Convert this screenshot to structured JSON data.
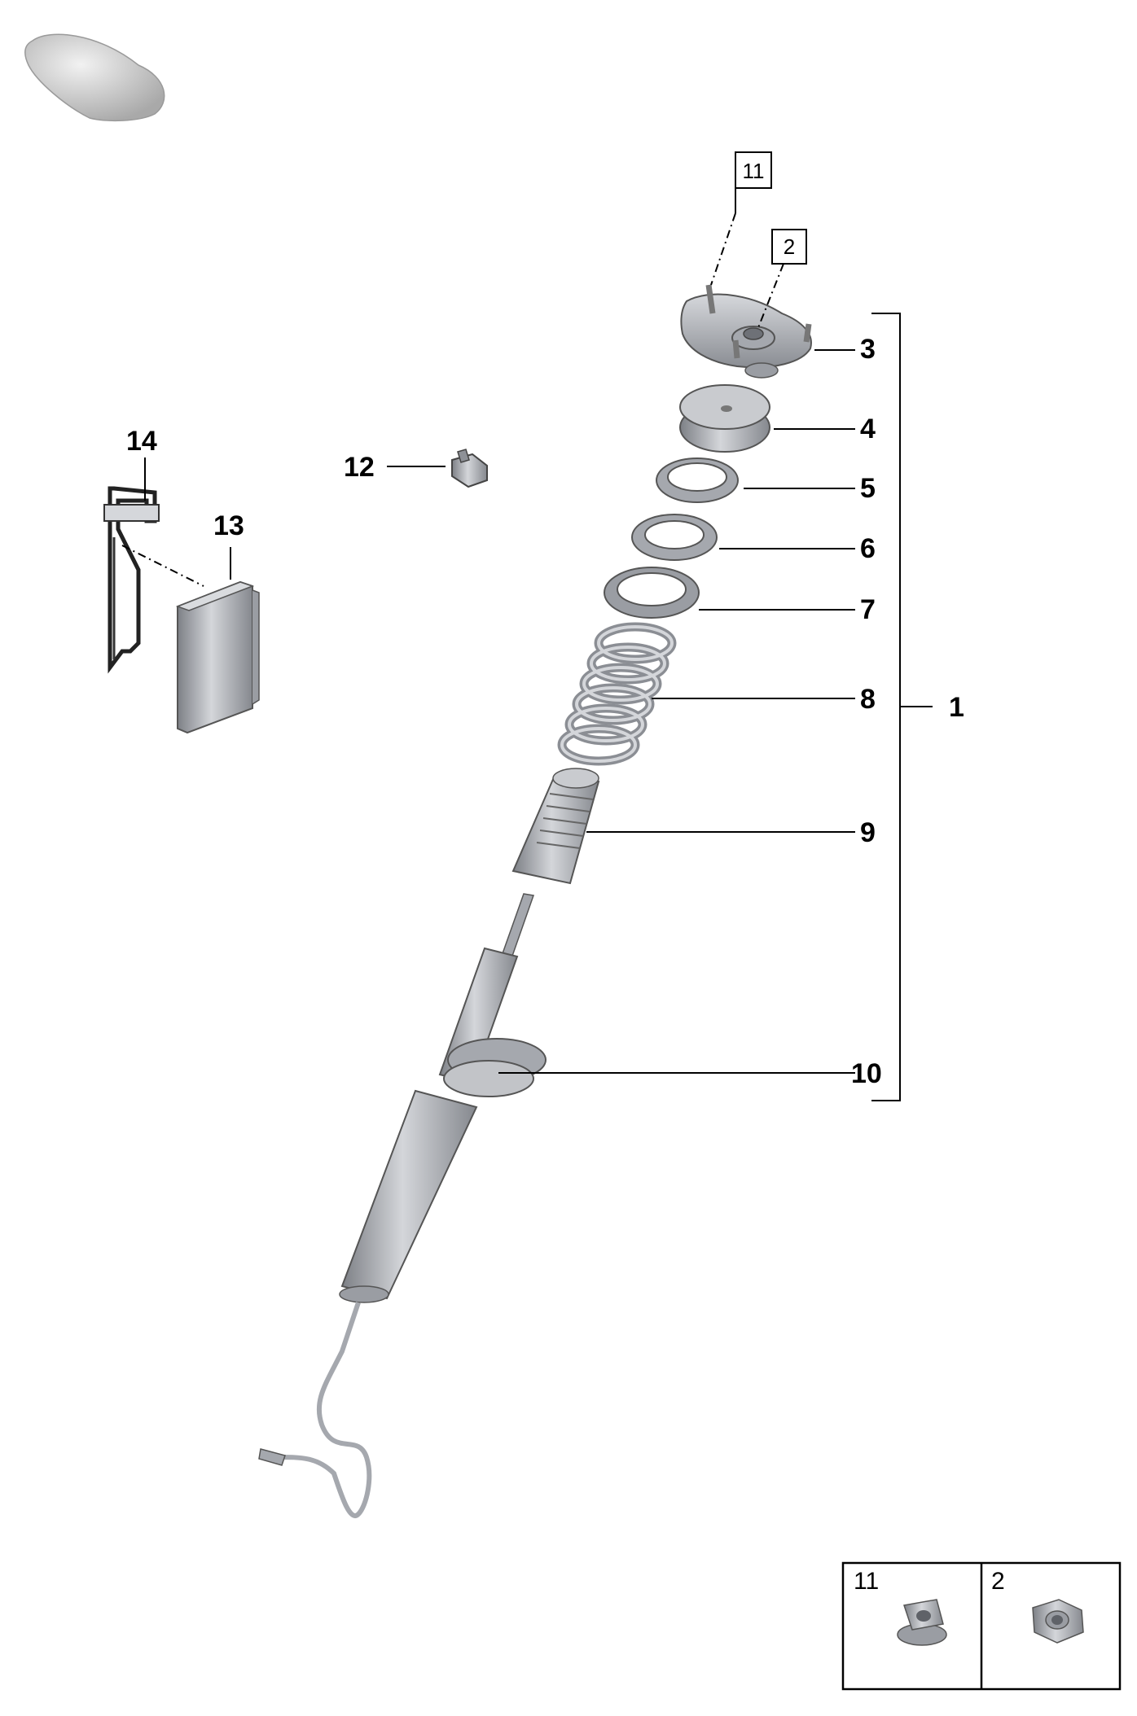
{
  "callouts": {
    "c1": "1",
    "c2": "2",
    "c3": "3",
    "c4": "4",
    "c5": "5",
    "c6": "6",
    "c7": "7",
    "c8": "8",
    "c9": "9",
    "c10": "10",
    "c11": "11",
    "c12": "12",
    "c13": "13",
    "c14": "14"
  },
  "boxed_refs": {
    "top_nut": "11",
    "center_nut": "2"
  },
  "hardware_table": {
    "cells": [
      {
        "label": "11",
        "icon": "flange-nut-icon"
      },
      {
        "label": "2",
        "icon": "hex-nut-icon"
      }
    ]
  },
  "colors": {
    "part_fill": "#b9bcc2",
    "part_shade": "#8e9197",
    "line": "#000000"
  }
}
